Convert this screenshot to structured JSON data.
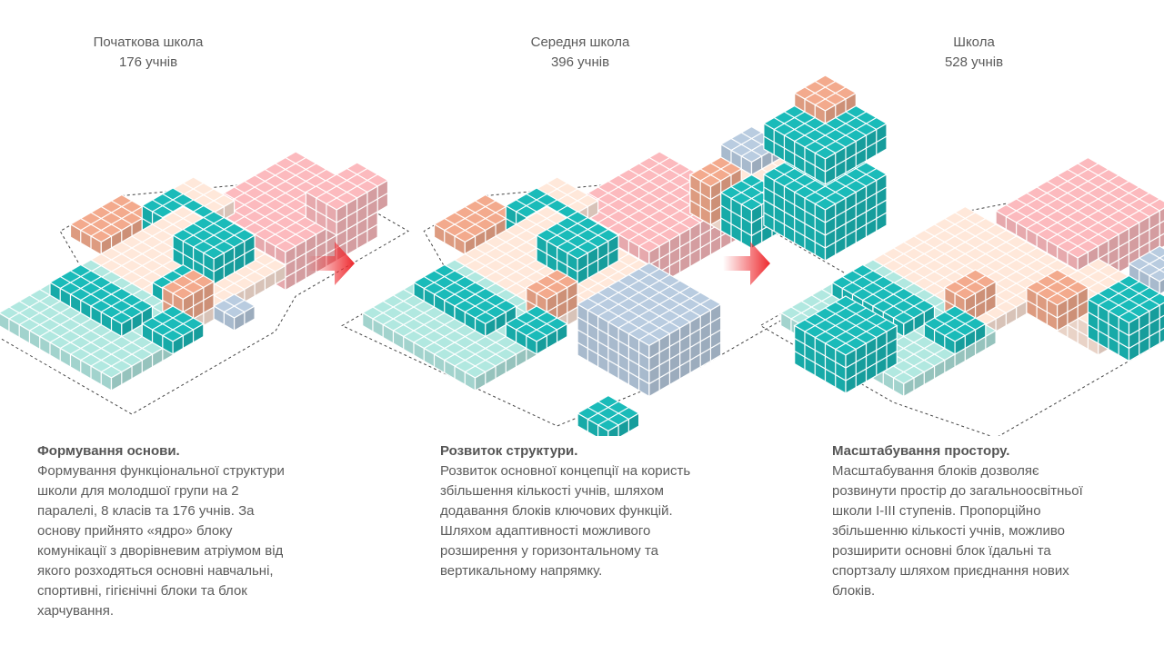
{
  "columns": [
    {
      "header_title": "Початкова школа",
      "header_count": "176 учнів",
      "desc_title": "Формування основи.",
      "desc_body": "Формування функціональної структури\nшколи для молодшої групи на 2\nпаралелі, 8 класів та 176 учнів. За\nоснову прийнято «ядро» блоку\nкомунікації з дворівневим атріумом від\nякого розходяться основні навчальні,\nспортивні, гігієнічні блоки та блок\nхарчування."
    },
    {
      "header_title": "Середня школа",
      "header_count": "396 учнів",
      "desc_title": "Розвиток структури.",
      "desc_body": "Розвиток основної концепції на користь\nзбільшення кількості учнів, шляхом\nдодавання блоків ключових функцій.\nШляхом адаптивності можливого\nрозширення у горизонтальному та\nвертикальному напрямку."
    },
    {
      "header_title": "Школа",
      "header_count": "528 учнів",
      "desc_title": "Масштабування простору.",
      "desc_body": "Масштабування блоків дозволяє\nрозвинути простір до загальноосвітньої\nшколи І-ІІІ ступенів. Пропорційно\nзбільшенню кількості учнів, можливо\nрозширити основні блок їдальні та\nспортзалу шляхом приєднання нових\nблоків."
    }
  ],
  "colors": {
    "teal": "#19b7b5",
    "pink": "#f7b6ba",
    "cream": "#fbe3d6",
    "orange": "#eea78a",
    "blue": "#b5c8dc",
    "mint": "#aee3dc",
    "arrow": "#ee2a2f",
    "text": "#5c5c5c"
  }
}
